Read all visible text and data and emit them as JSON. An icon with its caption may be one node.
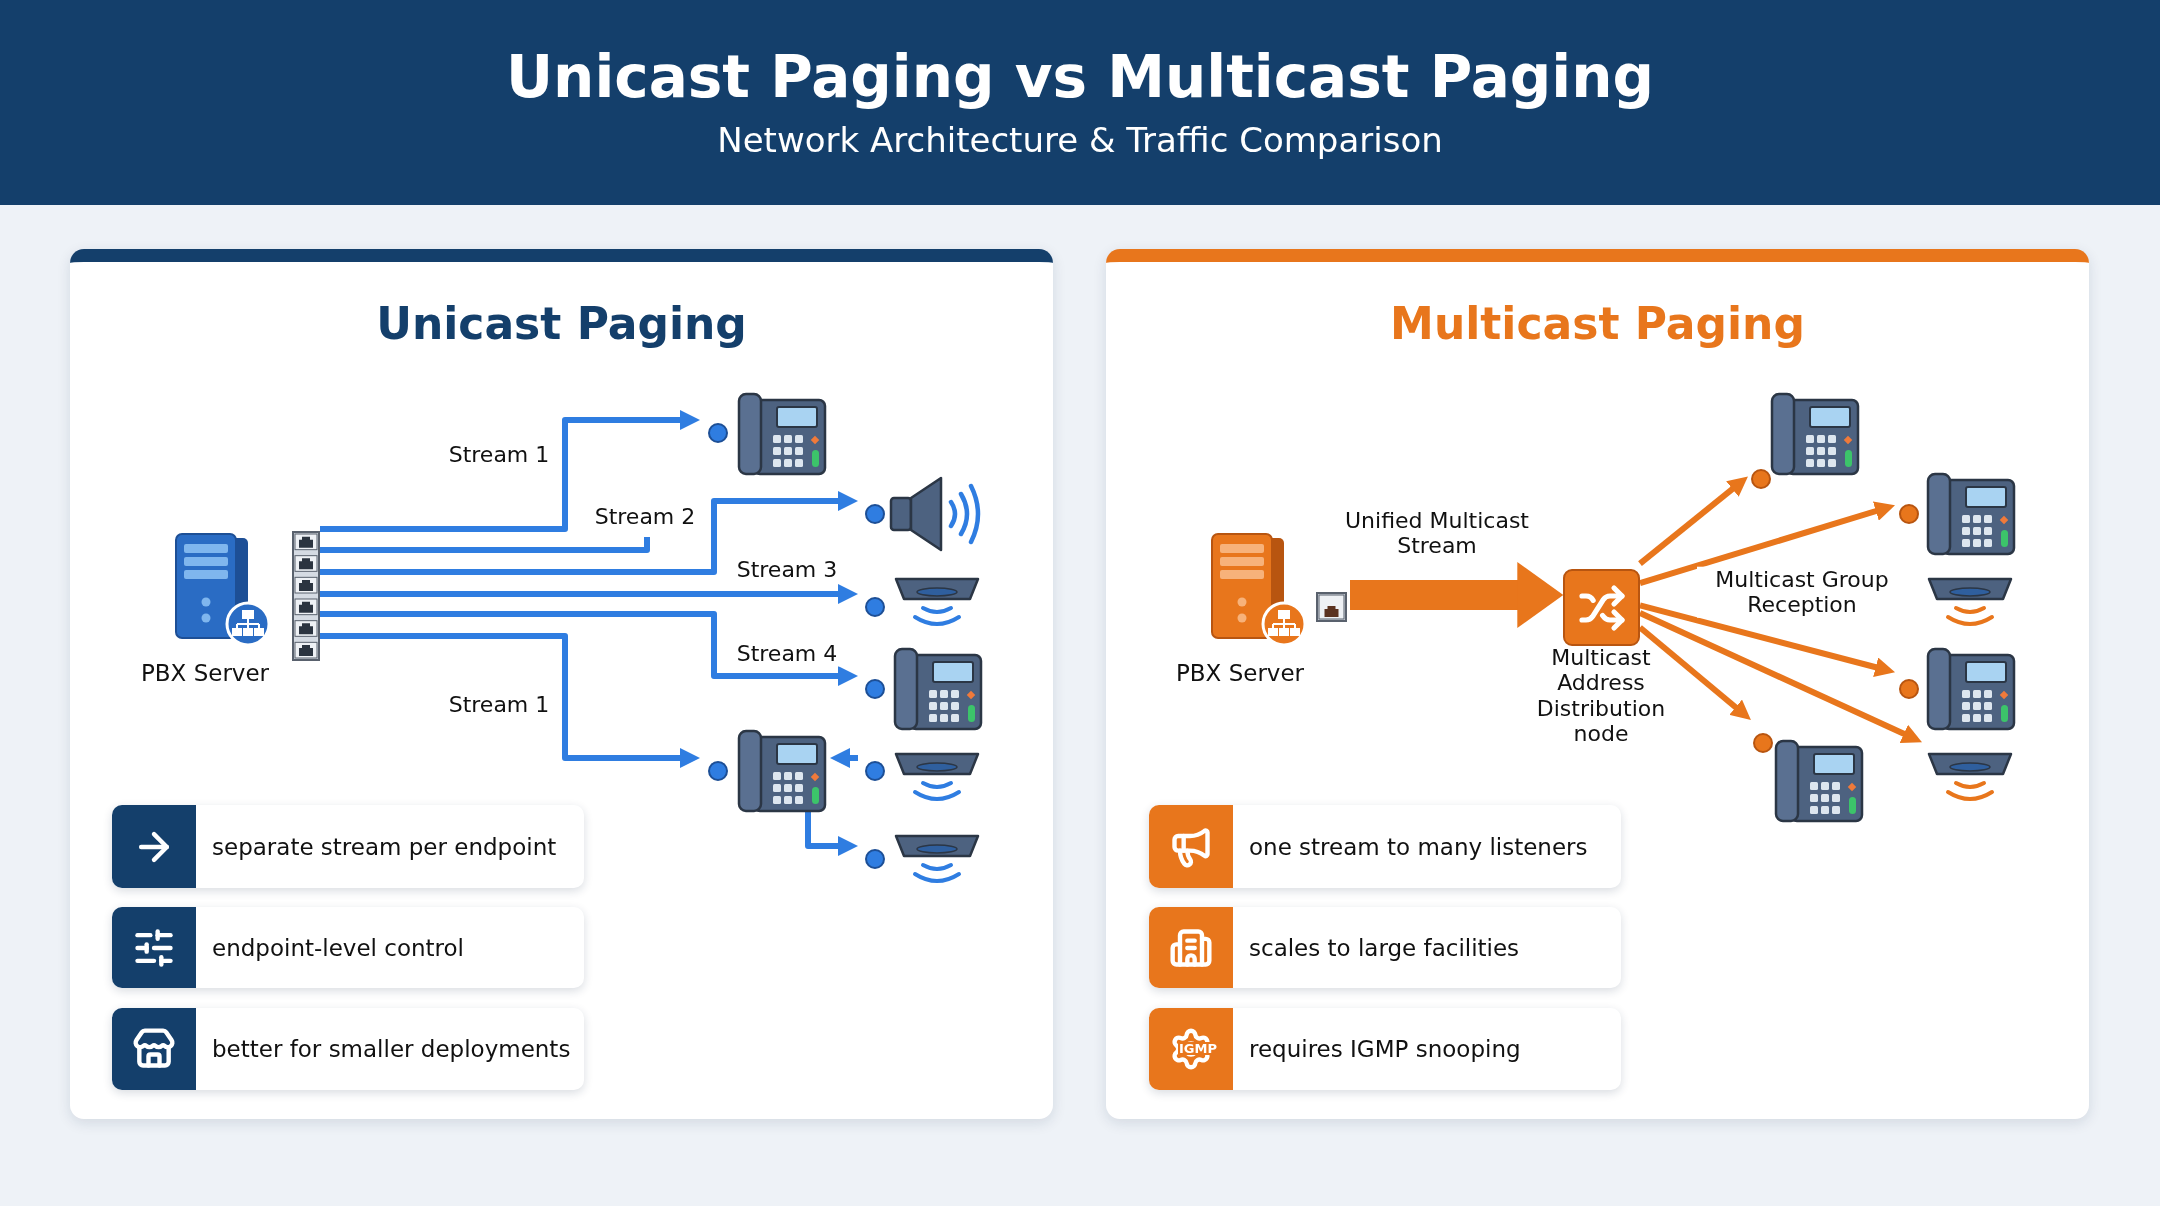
{
  "diagram": {
    "title": "Unicast Paging vs Multicast Paging",
    "nodes": [
      {
        "text": [
          "Unicast Paging"
        ]
      },
      {
        "text": [
          "PBX Server"
        ],
        "in": 0
      },
      {
        "text": [],
        "shape": "phone",
        "in": 0
      },
      {
        "text": [],
        "shape": "speaker",
        "in": 0
      },
      {
        "text": [],
        "shape": "speaker",
        "in": 0
      },
      {
        "text": [],
        "shape": "phone",
        "in": 0
      },
      {
        "text": [],
        "shape": "phone",
        "in": 0
      },
      {
        "text": [],
        "shape": "speaker",
        "in": 0
      },
      {
        "text": [],
        "shape": "speaker",
        "in": 0
      },
      {
        "text": [
          "separate stream per endpoint"
        ],
        "in": 0
      },
      {
        "text": [
          "endpoint-level control"
        ],
        "in": 0
      },
      {
        "text": [
          "better for smaller deployments"
        ],
        "in": 0
      },
      {
        "text": [
          "Multicast Paging"
        ]
      },
      {
        "text": [
          "PBX Server"
        ],
        "in": 12
      },
      {
        "text": [],
        "shape": "box",
        "beside": [
          "Multicast Address Distribution node"
        ],
        "in": 12
      },
      {
        "text": [],
        "shape": "phone",
        "in": 12
      },
      {
        "text": [],
        "shape": "phone",
        "in": 12
      },
      {
        "text": [],
        "shape": "speaker",
        "in": 12
      },
      {
        "text": [],
        "shape": "phone",
        "in": 12
      },
      {
        "text": [],
        "shape": "phone",
        "in": 12
      },
      {
        "text": [],
        "shape": "speaker",
        "in": 12
      },
      {
        "text": [
          "one stream to many listeners"
        ],
        "in": 12
      },
      {
        "text": [
          "scales to large facilities"
        ],
        "in": 12
      },
      {
        "text": [
          "requires IGMP snooping"
        ],
        "in": 12
      }
    ],
    "edges": [
      {
        "from": 1,
        "to": 2,
        "arrow": "to",
        "label": "Stream 1"
      },
      {
        "from": 1,
        "to": null,
        "arrow": "none"
      },
      {
        "from": 1,
        "to": 3,
        "arrow": "to",
        "label": "Stream 2"
      },
      {
        "from": 1,
        "to": 4,
        "arrow": "to",
        "label": "Stream 3"
      },
      {
        "from": 1,
        "to": 5,
        "arrow": "to",
        "label": "Stream 4"
      },
      {
        "from": 1,
        "to": 6,
        "arrow": "to",
        "label": "Stream 1"
      },
      {
        "from": 7,
        "to": 6,
        "arrow": "to"
      },
      {
        "from": 6,
        "to": 8,
        "arrow": "to"
      },
      {
        "from": 13,
        "to": 14,
        "arrow": "to",
        "label": "Unified Multicast Stream",
        "style": "thick",
        "color": "#e8761c"
      },
      {
        "from": 14,
        "to": 15,
        "arrow": "to",
        "color": "#e8761c"
      },
      {
        "from": 14,
        "to": 16,
        "arrow": "to",
        "color": "#e8761c"
      },
      {
        "from": 14,
        "to": 18,
        "arrow": "to",
        "color": "#e8761c"
      },
      {
        "from": 14,
        "to": 19,
        "arrow": "to",
        "color": "#e8761c"
      },
      {
        "from": 14,
        "to": 20,
        "arrow": "to",
        "color": "#e8761c"
      }
    ],
    "labels": [
      "Network Architecture & Traffic Comparison",
      "Multicast Group Reception",
      "IGMP"
    ]
  }
}
